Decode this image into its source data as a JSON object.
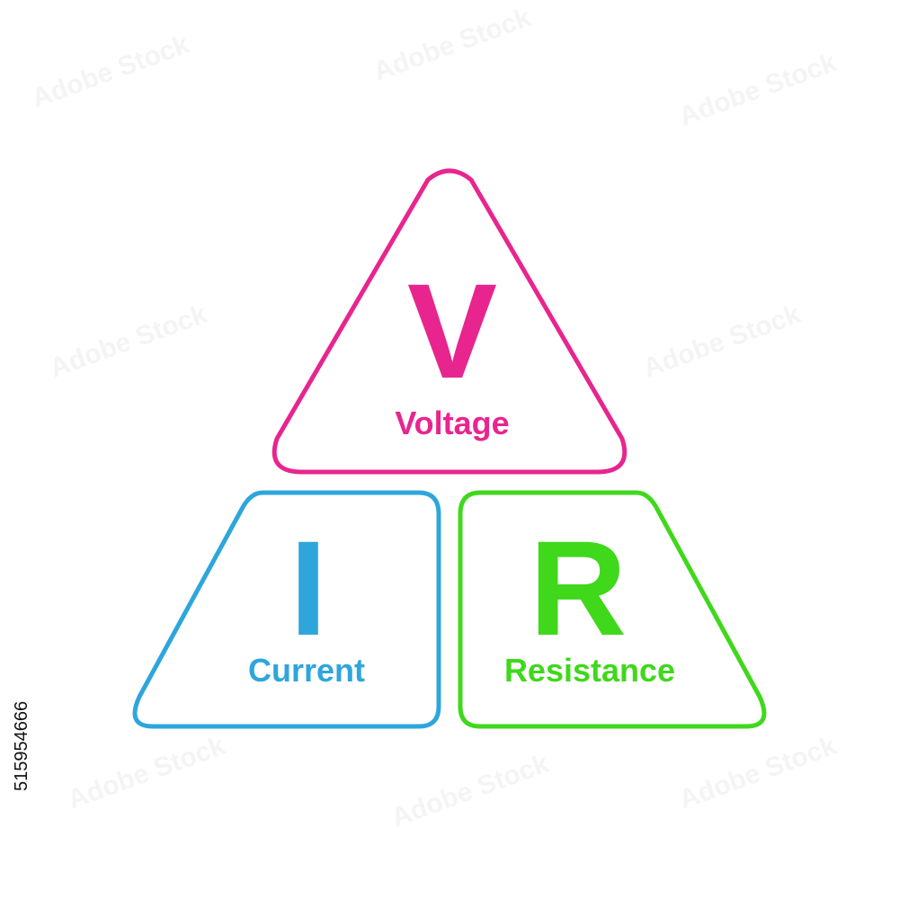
{
  "colors": {
    "voltage": "#e8258f",
    "current": "#2ea6dc",
    "resistance": "#3fd81b",
    "background": "#ffffff"
  },
  "voltage": {
    "letter": "V",
    "label": "Voltage"
  },
  "current": {
    "letter": "I",
    "label": "Current"
  },
  "resistance": {
    "letter": "R",
    "label": "Resistance"
  },
  "stock_id": "515954666",
  "watermark": "Adobe Stock"
}
